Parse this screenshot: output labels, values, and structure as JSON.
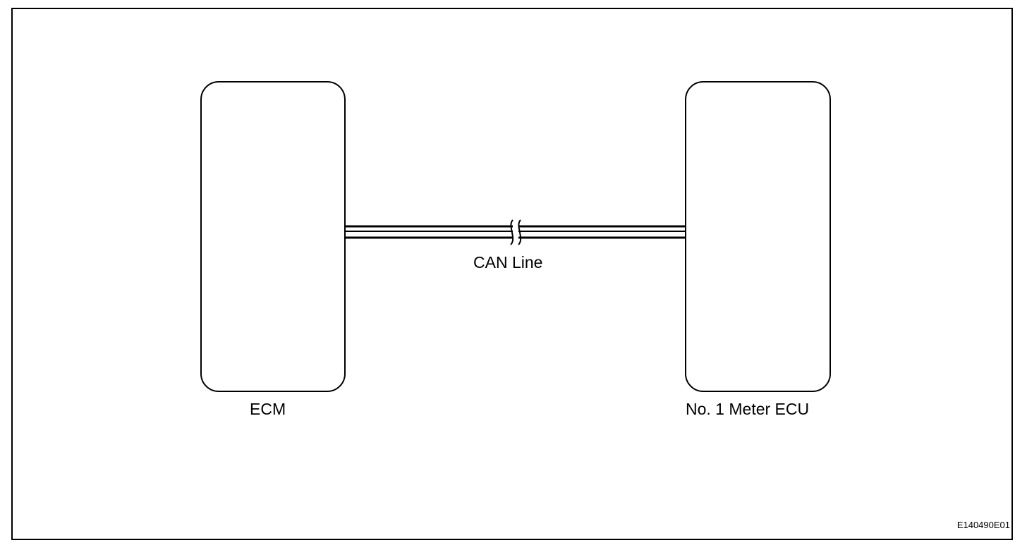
{
  "diagram": {
    "nodes": {
      "left": {
        "label": "ECM"
      },
      "right": {
        "label": "No. 1 Meter ECU"
      }
    },
    "connection": {
      "label": "CAN Line",
      "style": "twisted-pair with break mark"
    },
    "figure_code": "E140490E01"
  },
  "colors": {
    "line": "#000000",
    "background": "#ffffff"
  }
}
